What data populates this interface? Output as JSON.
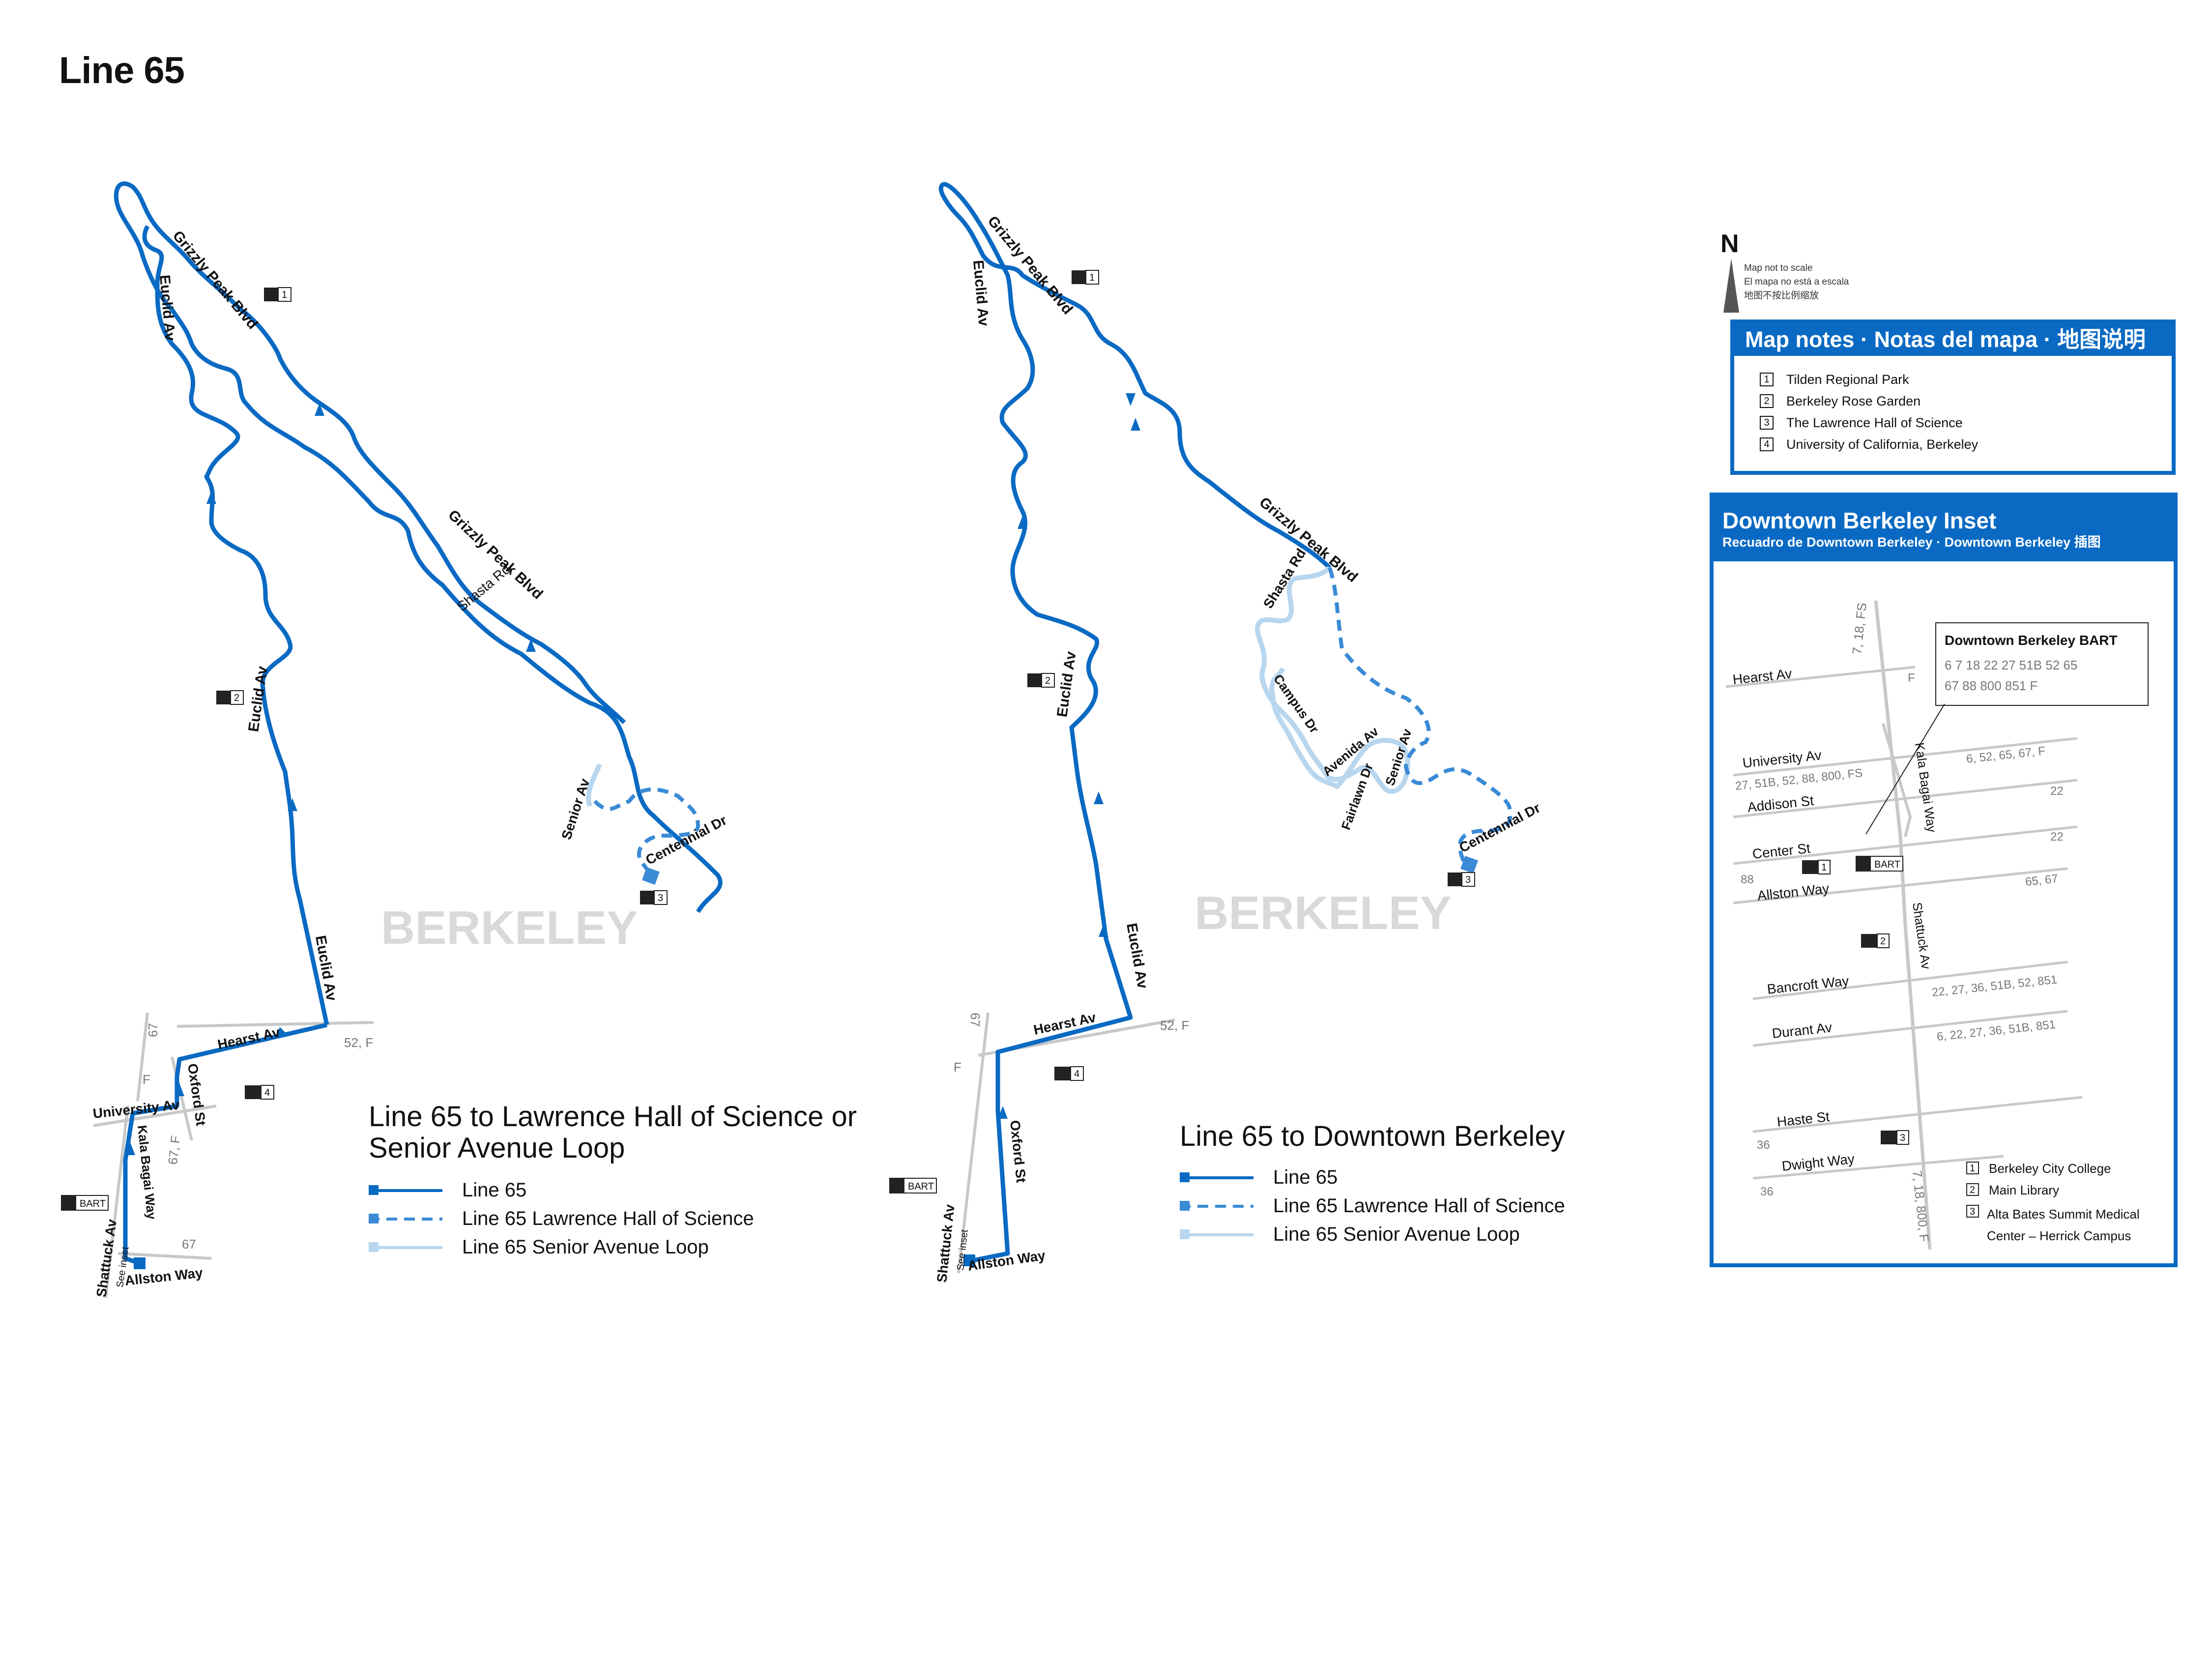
{
  "title": "Line 65",
  "colors": {
    "route": "#0a6ac3",
    "lawrence": "#3a8ad6",
    "senior": "#b8d6ee",
    "street": "#c8c8c8",
    "city": "#d9d9d9"
  },
  "map_left": {
    "city_label": "BERKELEY",
    "streets": {
      "grizzly_peak_1": "Grizzly Peak Blvd",
      "grizzly_peak_2": "Grizzly Peak Blvd",
      "euclid_1": "Euclid Av",
      "euclid_2": "Euclid Av",
      "euclid_3": "Euclid Av",
      "shasta": "Shasta Rd",
      "senior": "Senior Av",
      "centennial": "Centennial Dr",
      "hearst": "Hearst Av",
      "university": "University Av",
      "oxford": "Oxford St",
      "kala_bagai": "Kala Bagai Way",
      "shattuck": "Shattuck Av",
      "allston": "Allston Way",
      "see_inset": "See inset"
    },
    "connections": {
      "hearst_east": "52, F",
      "oxford_67": "67",
      "oxford_f": "F",
      "oxford_south": "67, F",
      "allston_67": "67"
    },
    "bart": "BART",
    "markers": [
      "1",
      "2",
      "3",
      "4"
    ],
    "legend": {
      "title": "Line 65 to Lawrence Hall of Science or Senior Avenue Loop",
      "items": [
        "Line 65",
        "Line 65 Lawrence Hall of Science",
        "Line 65 Senior Avenue Loop"
      ]
    }
  },
  "map_middle": {
    "city_label": "BERKELEY",
    "streets": {
      "grizzly_peak_1": "Grizzly Peak Blvd",
      "grizzly_peak_2": "Grizzly Peak Blvd",
      "euclid_1": "Euclid Av",
      "euclid_2": "Euclid Av",
      "euclid_3": "Euclid Av",
      "shasta": "Shasta Rd",
      "campus": "Campus Dr",
      "avenida": "Avenida Av",
      "fairlawn": "Fairlawn Dr",
      "senior": "Senior Av",
      "centennial": "Centennial Dr",
      "hearst": "Hearst Av",
      "oxford": "Oxford St",
      "shattuck": "Shattuck Av",
      "allston": "Allston Way",
      "see_inset": "See inset"
    },
    "connections": {
      "hearst_east": "52, F",
      "west_67": "67",
      "west_f": "F"
    },
    "bart": "BART",
    "markers": [
      "1",
      "2",
      "3",
      "4"
    ],
    "legend": {
      "title": "Line 65 to Downtown Berkeley",
      "items": [
        "Line 65",
        "Line 65 Lawrence Hall of Science",
        "Line 65 Senior Avenue Loop"
      ]
    }
  },
  "north": {
    "letter": "N",
    "scale_lines": [
      "Map not to scale",
      "El mapa no está a escala",
      "地图不按比例缩放"
    ]
  },
  "map_notes": {
    "title": "Map notes · Notas del mapa · 地图说明",
    "items": [
      {
        "num": "1",
        "label": "Tilden Regional Park"
      },
      {
        "num": "2",
        "label": "Berkeley Rose Garden"
      },
      {
        "num": "3",
        "label": "The Lawrence Hall of Science"
      },
      {
        "num": "4",
        "label": "University of California, Berkeley"
      }
    ]
  },
  "inset": {
    "title": "Downtown Berkeley Inset",
    "subtitle": "Recuadro de Downtown Berkeley · Downtown Berkeley 插图",
    "bart_box": {
      "title": "Downtown Berkeley BART",
      "line1": "6  7  18  22  27  51B  52  65",
      "line2": "67  88  800  851  F"
    },
    "streets": {
      "hearst": "Hearst Av",
      "university": "University Av",
      "addison": "Addison St",
      "center": "Center St",
      "allston": "Allston Way",
      "bancroft": "Bancroft Way",
      "durant": "Durant Av",
      "haste": "Haste St",
      "dwight": "Dwight Way",
      "kala_bagai": "Kala Bagai Way",
      "shattuck": "Shattuck Av"
    },
    "connections": {
      "north": "7, 18, FS",
      "hearst_f": "F",
      "university_west": "27, 51B, 52, 88, 800, FS",
      "university_east": "6, 52, 65, 67, F",
      "addison_22": "22",
      "center_22": "22",
      "center_88": "88",
      "allston_east": "65, 67",
      "bancroft_east": "22, 27, 36, 51B, 52, 851",
      "durant_east": "6, 22, 27, 36, 51B, 851",
      "haste_36": "36",
      "dwight_36": "36",
      "south": "7, 18, 800, F"
    },
    "bart": "BART",
    "notes": [
      {
        "num": "1",
        "label": "Berkeley City College"
      },
      {
        "num": "2",
        "label": "Main Library"
      },
      {
        "num": "3",
        "label": "Alta Bates Summit Medical Center – Herrick Campus"
      }
    ]
  }
}
